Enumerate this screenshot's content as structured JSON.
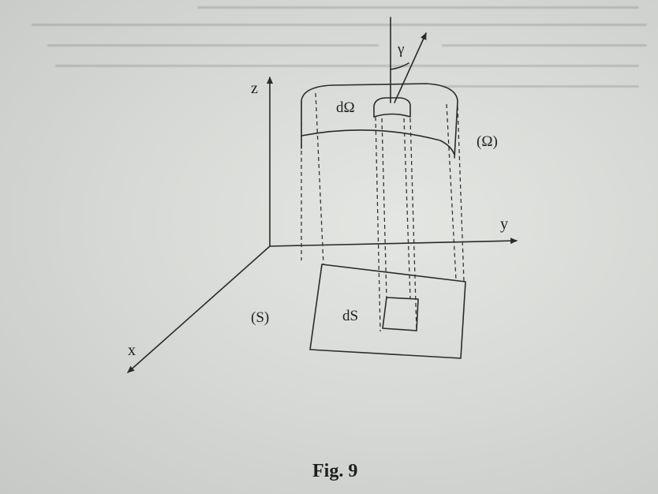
{
  "figure": {
    "caption": "Fig. 9",
    "labels": {
      "axis_x": "x",
      "axis_y": "y",
      "axis_z": "z",
      "angle": "γ",
      "surface_element": "dΩ",
      "surface": "(Ω)",
      "projection": "(S)",
      "projection_element": "dS"
    }
  }
}
